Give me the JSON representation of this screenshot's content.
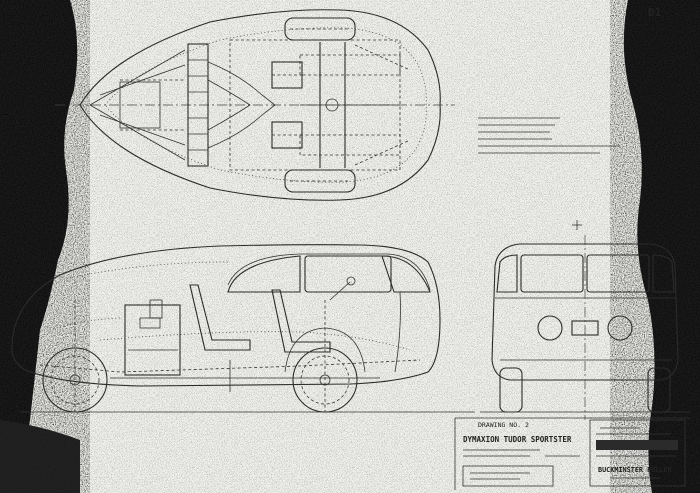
{
  "sheet_id": "D1",
  "title_block": {
    "drawing_no": "DRAWING NO. 2",
    "title": "DYMAXION TUDOR SPORTSTER",
    "company": "BUCKMINSTER FULLER"
  },
  "colors": {
    "paper": "#f2f2ee",
    "ink": "#2b2b2b",
    "stain": "#1c1c1c"
  }
}
